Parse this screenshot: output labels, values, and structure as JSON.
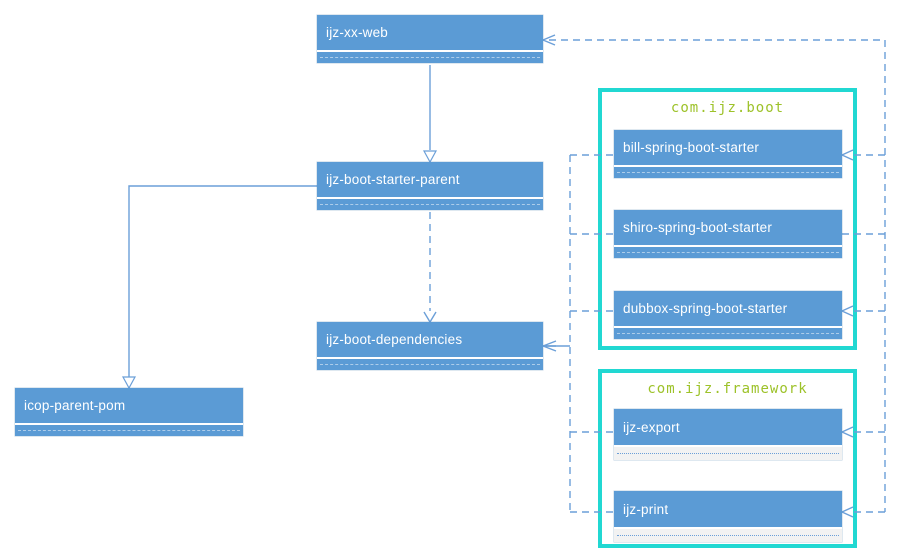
{
  "diagram": {
    "nodes": {
      "xx_web": {
        "label": "ijz-xx-web"
      },
      "starter_parent": {
        "label": "ijz-boot-starter-parent"
      },
      "dependencies": {
        "label": "ijz-boot-dependencies"
      },
      "icop": {
        "label": "icop-parent-pom"
      }
    },
    "groups": {
      "boot": {
        "title": "com.ijz.boot",
        "items": [
          {
            "label": "bill-spring-boot-starter"
          },
          {
            "label": "shiro-spring-boot-starter"
          },
          {
            "label": "dubbox-spring-boot-starter"
          }
        ]
      },
      "framework": {
        "title": "com.ijz.framework",
        "items": [
          {
            "label": "ijz-export"
          },
          {
            "label": "ijz-print"
          }
        ]
      }
    }
  },
  "colors": {
    "canvas": "#ffffff",
    "node-fill": "#5b9bd5",
    "node-text": "#ffffff",
    "connector": "#6b9fd8",
    "group-border": "#21d8d2",
    "group-title": "#9dc229",
    "light-strip": "#f2f2f2"
  }
}
